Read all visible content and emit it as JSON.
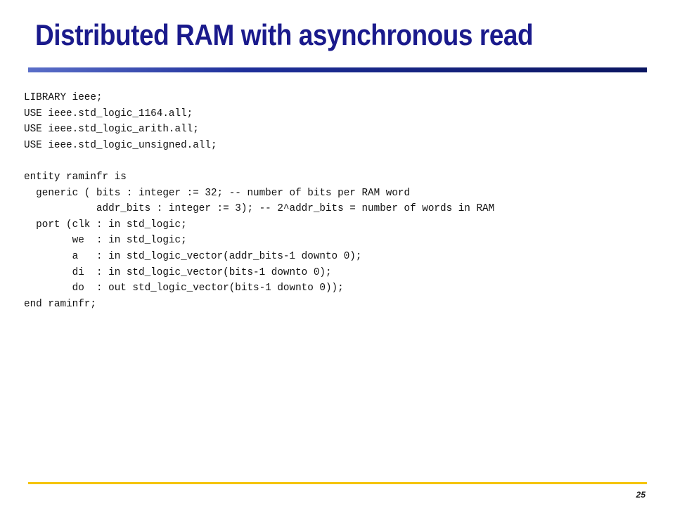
{
  "slide": {
    "title": "Distributed RAM with asynchronous read",
    "page_number": "25",
    "code_lines": [
      "LIBRARY ieee;",
      "USE ieee.std_logic_1164.all;",
      "USE ieee.std_logic_arith.all;",
      "USE ieee.std_logic_unsigned.all;",
      "",
      "entity raminfr is",
      "  generic ( bits : integer := 32; -- number of bits per RAM word",
      "            addr_bits : integer := 3); -- 2^addr_bits = number of words in RAM",
      "  port (clk : in std_logic;",
      "        we  : in std_logic;",
      "        a   : in std_logic_vector(addr_bits-1 downto 0);",
      "        di  : in std_logic_vector(bits-1 downto 0);",
      "        do  : out std_logic_vector(bits-1 downto 0));",
      "end raminfr;"
    ]
  },
  "colors": {
    "title": "#1a1a8c",
    "title_rule": "#0a1560",
    "footer_rule": "#f5c400",
    "code_text": "#111111"
  }
}
